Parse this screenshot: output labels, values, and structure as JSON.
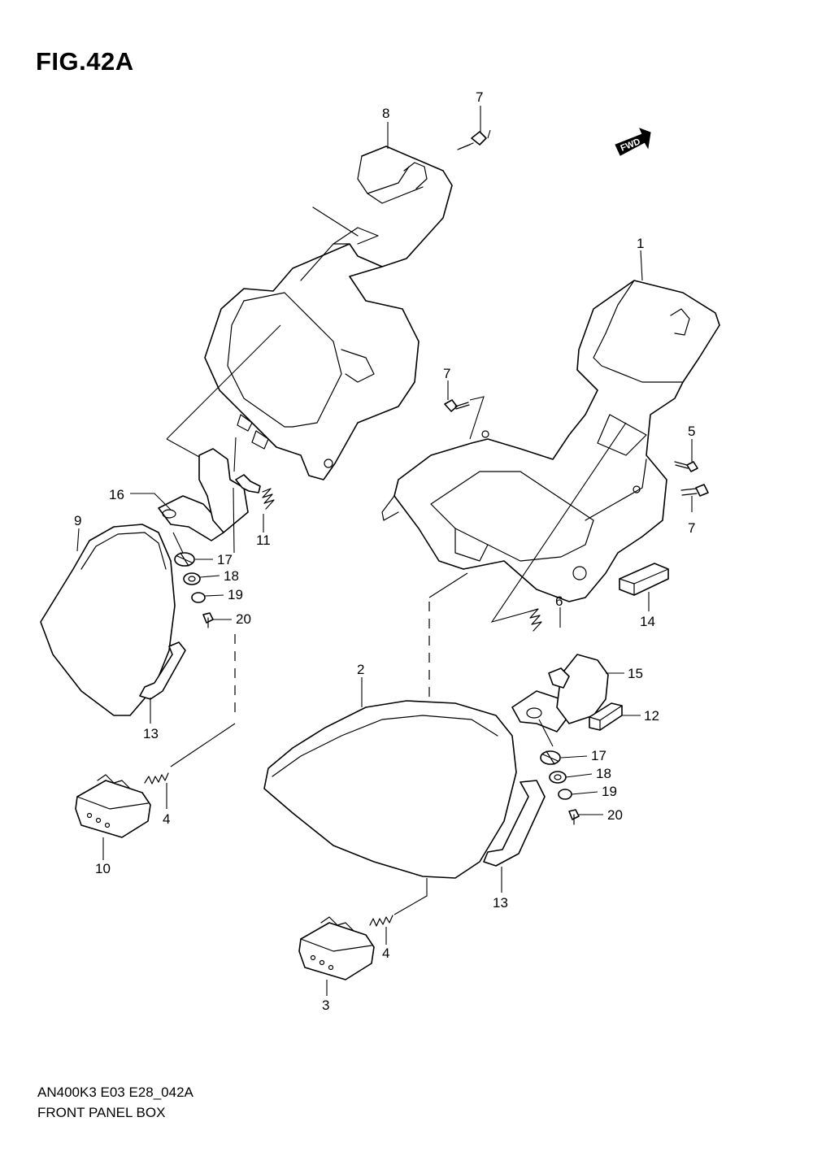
{
  "figure": {
    "title": "FIG.42A",
    "code": "AN400K3 E03 E28_042A",
    "name": "FRONT PANEL BOX"
  },
  "direction_marker": {
    "label": "FWD",
    "icon": "forward-arrow-icon"
  },
  "callouts": {
    "c1": "1",
    "c2": "2",
    "c3": "3",
    "c4a": "4",
    "c4b": "4",
    "c5": "5",
    "c6": "6",
    "c7a": "7",
    "c7b": "7",
    "c7c": "7",
    "c8": "8",
    "c9": "9",
    "c10": "10",
    "c11": "11",
    "c12": "12",
    "c13a": "13",
    "c13b": "13",
    "c14": "14",
    "c15": "15",
    "c16": "16",
    "c17a": "17",
    "c17b": "17",
    "c18a": "18",
    "c18b": "18",
    "c19a": "19",
    "c19b": "19",
    "c20a": "20",
    "c20b": "20"
  }
}
